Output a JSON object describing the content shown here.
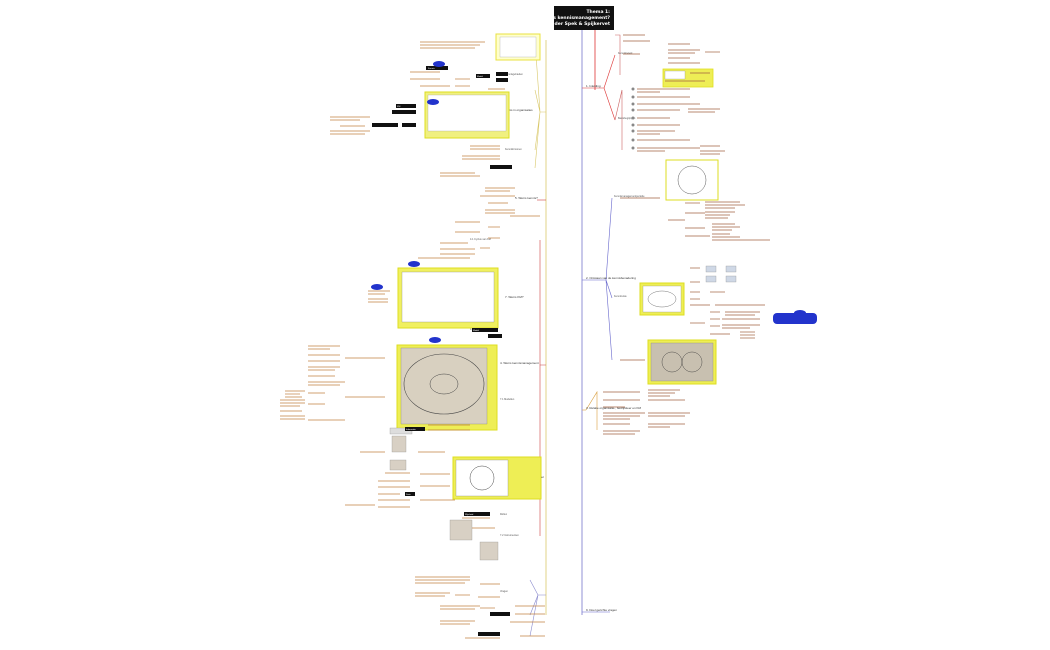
{
  "title": {
    "line1": "Thema 1:",
    "line2": "Wat is kennismanagement?",
    "line3": "Van der Spek & Spijkervet"
  },
  "branches": {
    "b1": "1. Inleiding",
    "b2": "2. Ontstaan van de kennisbenadering",
    "b3": "3. Relatie organisatie-, bedrijfsleer en KM",
    "b4": "4. Wat is kennismanagement",
    "b5": "5. Wat is kennis?",
    "b6": "6. Kennis in organisaties",
    "b7": "7. Wat is KM?",
    "b8": "8. Rol van de kennismanager",
    "b9": "9. Doel gerichte vragen"
  },
  "sub": {
    "s1a": "Kennisbeleid",
    "s1b": "Basisbegrippen",
    "s2a": "Kennismanagementperiode",
    "s2b": "Kennisvisie",
    "s4a": "4.1 Cyclus van KM",
    "s4b": "4.2 Modellen KM",
    "s6a": "Kennisgebieden",
    "s6b": "Kennisbronnen",
    "s7a": "7.1 Modellen",
    "s7b": "7.2 Instrumenten",
    "s8a": "Rollen",
    "s9a": "Vragen"
  },
  "tags": {
    "t1": "Kennis",
    "t2": "Model",
    "t3": "KM",
    "t4": "Model",
    "t5": "Informatie",
    "t6": "Data",
    "t7": "Wijsheid"
  }
}
